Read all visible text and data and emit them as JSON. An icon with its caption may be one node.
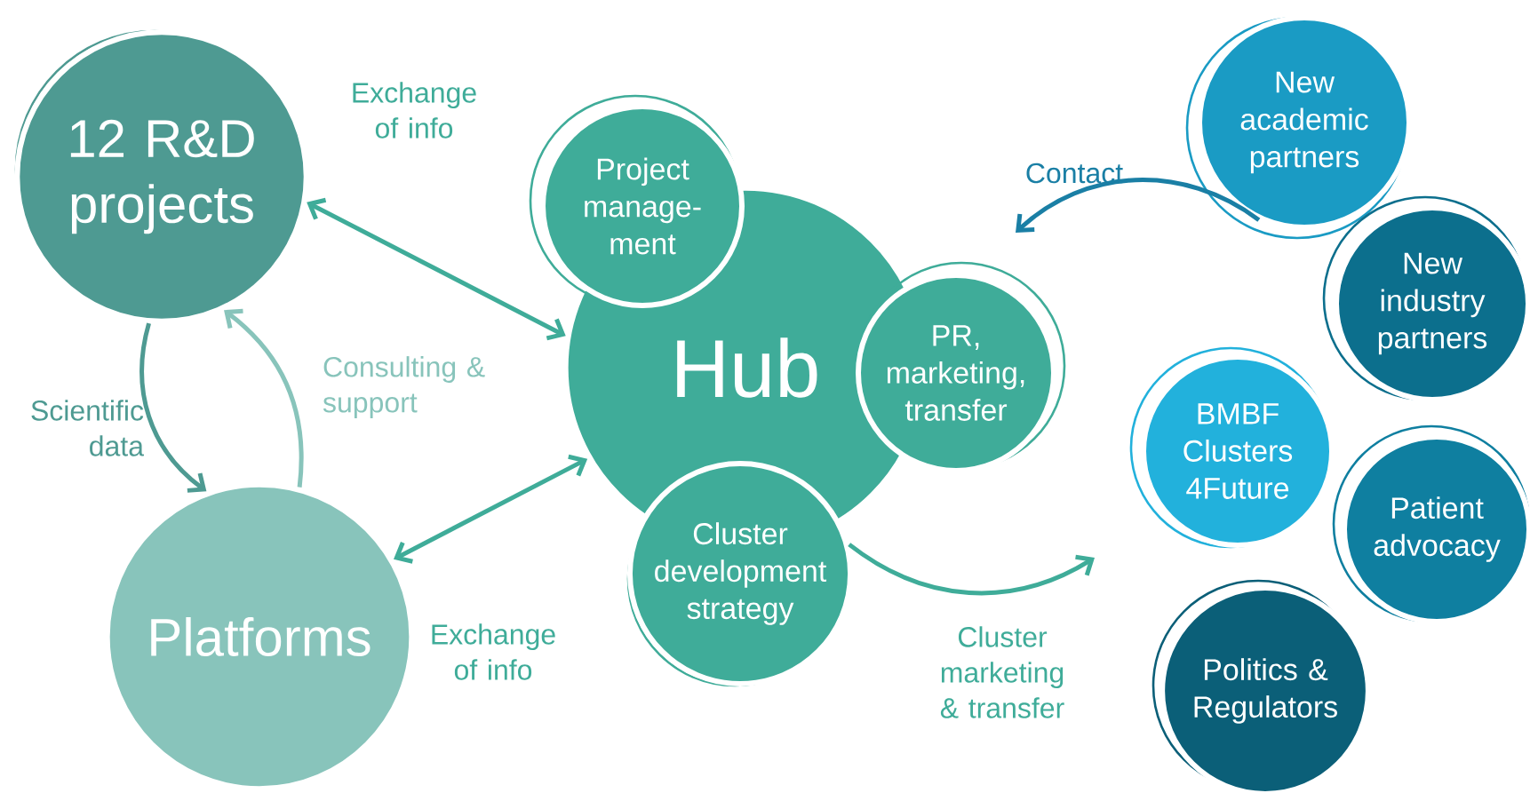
{
  "diagram": {
    "nodes": [
      {
        "text": [
          "12 R&D projects"
        ]
      },
      {
        "text": [
          "Hub"
        ]
      },
      {
        "text": [
          "Project manage- ment"
        ]
      },
      {
        "text": [
          "PR, marketing, transfer"
        ]
      },
      {
        "text": [
          "Cluster development strategy"
        ]
      },
      {
        "text": [
          "Platforms"
        ]
      },
      {
        "text": [
          "New academic partners"
        ]
      },
      {
        "text": [
          "New industry partners"
        ]
      },
      {
        "text": [
          "BMBF Clusters 4Future"
        ]
      },
      {
        "text": [
          "Patient advocacy"
        ]
      },
      {
        "text": [
          "Politics & Regulators"
        ]
      }
    ],
    "edges": [
      {
        "from": 0,
        "to": 1,
        "arrow": "both",
        "label": "Exchange of info"
      },
      {
        "from": 0,
        "to": 5,
        "arrow": "to",
        "label": "Scientific data",
        "color": "#4e9a92"
      },
      {
        "from": 5,
        "to": 0,
        "arrow": "to",
        "label": "Consulting & support",
        "color": "#88c4bb"
      },
      {
        "from": 5,
        "to": 1,
        "arrow": "both",
        "label": "Exchange of info"
      },
      {
        "from": 6,
        "to": null,
        "arrow": "to",
        "label": "Contact",
        "color": "#1a7fa5"
      },
      {
        "from": 4,
        "to": null,
        "arrow": "to",
        "label": "Cluster marketing & transfer"
      }
    ]
  }
}
